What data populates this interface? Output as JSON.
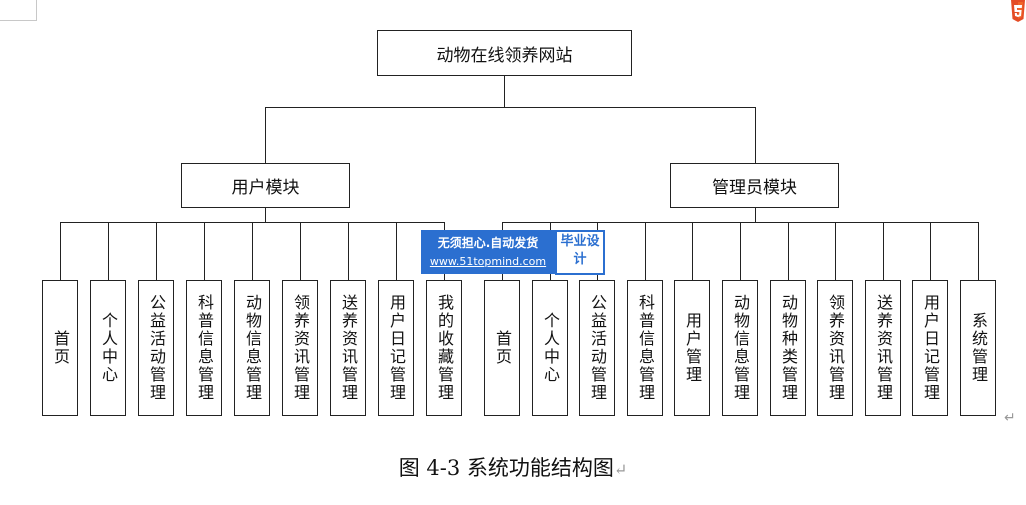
{
  "root": {
    "label": "动物在线领养网站"
  },
  "modules": [
    {
      "label": "用户模块",
      "items": [
        "首页",
        "个人中心",
        "公益活动管理",
        "科普信息管理",
        "动物信息管理",
        "领养资讯管理",
        "送养资讯管理",
        "用户日记管理",
        "我的收藏管理"
      ]
    },
    {
      "label": "管理员模块",
      "items": [
        "首页",
        "个人中心",
        "公益活动管理",
        "科普信息管理",
        "用户管理",
        "动物信息管理",
        "动物种类管理",
        "领养资讯管理",
        "送养资讯管理",
        "用户日记管理",
        "系统管理"
      ]
    }
  ],
  "caption": "图 4-3 系统功能结构图",
  "caption_mark": "↵",
  "return_mark": "↵",
  "watermark": {
    "line1": "无须担心.自动发货",
    "line2": "www.51topmind.com",
    "badge": "毕业设计"
  },
  "colors": {
    "line": "#222222",
    "watermark_blue": "#2b6fd0"
  },
  "icons": {
    "top_right": "html5-logo-icon"
  }
}
